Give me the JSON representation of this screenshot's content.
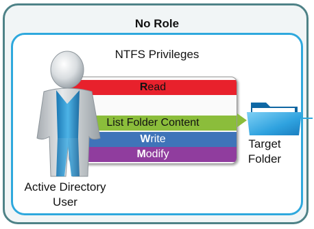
{
  "role": {
    "title": "No Role"
  },
  "ntfs": {
    "title": "NTFS Privileges"
  },
  "privileges": [
    {
      "first": "R",
      "rest": "ead",
      "color": "#e8212c"
    },
    {
      "first": "",
      "rest": "List Folder Content",
      "color": "#8bbd3b"
    },
    {
      "first": "W",
      "rest": "rite",
      "color": "#3f74b9"
    },
    {
      "first": "M",
      "rest": "odify",
      "color": "#903d9e"
    }
  ],
  "user": {
    "line1": "Active Directory",
    "line2": "User",
    "icon": "user-icon"
  },
  "folder": {
    "line1": "Target",
    "line2": "Folder",
    "icon": "folder-icon"
  },
  "colors": {
    "outer_border": "#4e8287",
    "inner_border": "#2ea8dd"
  }
}
